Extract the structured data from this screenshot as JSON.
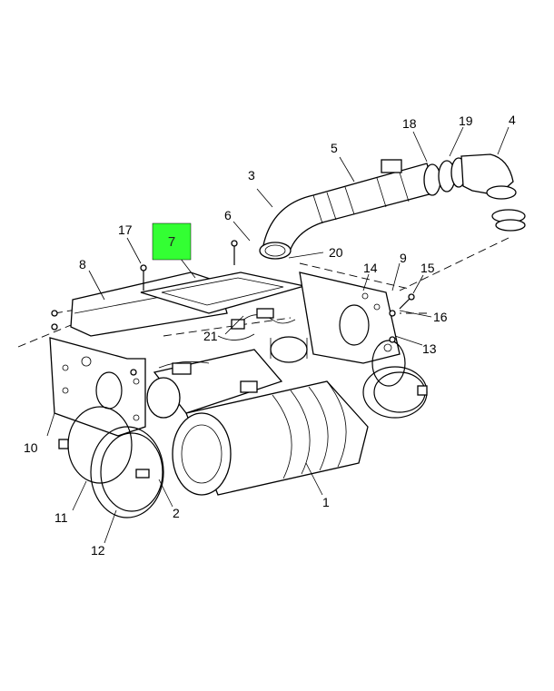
{
  "callouts": [
    {
      "id": "c1",
      "text": "1"
    },
    {
      "id": "c2",
      "text": "2"
    },
    {
      "id": "c3",
      "text": "3"
    },
    {
      "id": "c4",
      "text": "4"
    },
    {
      "id": "c5",
      "text": "5"
    },
    {
      "id": "c6",
      "text": "6"
    },
    {
      "id": "c7",
      "text": "7",
      "highlighted": true
    },
    {
      "id": "c8",
      "text": "8"
    },
    {
      "id": "c9",
      "text": "9"
    },
    {
      "id": "c10",
      "text": "10"
    },
    {
      "id": "c11",
      "text": "11"
    },
    {
      "id": "c12",
      "text": "12"
    },
    {
      "id": "c13",
      "text": "13"
    },
    {
      "id": "c14",
      "text": "14"
    },
    {
      "id": "c15",
      "text": "15"
    },
    {
      "id": "c16",
      "text": "16"
    },
    {
      "id": "c17",
      "text": "17"
    },
    {
      "id": "c18",
      "text": "18"
    },
    {
      "id": "c19",
      "text": "19"
    },
    {
      "id": "c20",
      "text": "20"
    },
    {
      "id": "c21",
      "text": "21"
    }
  ],
  "colors": {
    "highlight": "#33ff33",
    "linework": "#000000",
    "background": "#ffffff"
  }
}
